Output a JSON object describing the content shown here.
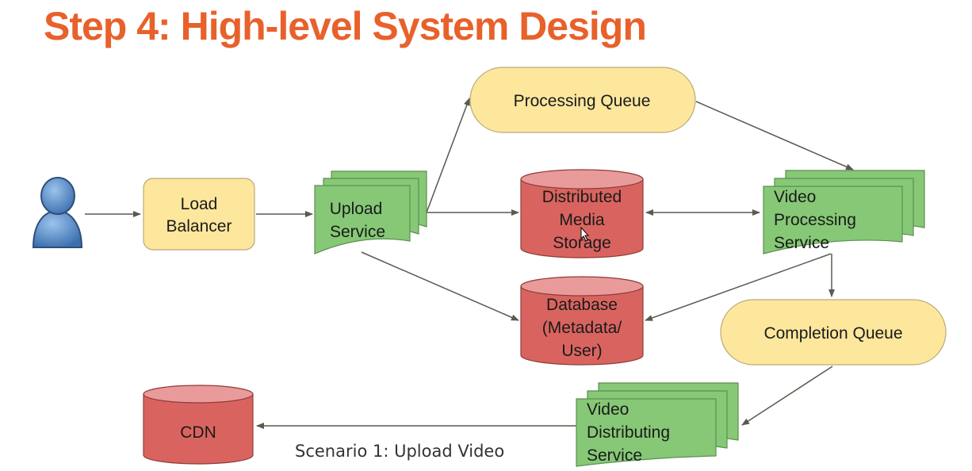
{
  "title": "Step 4: High-level System Design",
  "caption": "Scenario 1: Upload Video",
  "nodes": {
    "load_balancer": [
      "Load",
      "Balancer"
    ],
    "upload_service": [
      "Upload",
      "Service"
    ],
    "processing_queue": [
      "Processing Queue"
    ],
    "distributed_media_storage": [
      "Distributed",
      "Media",
      "Storage"
    ],
    "video_processing_service": [
      "Video",
      "Processing",
      "Service"
    ],
    "database": [
      "Database",
      "(Metadata/",
      "User)"
    ],
    "completion_queue": [
      "Completion Queue"
    ],
    "video_distributing_service": [
      "Video",
      "Distributing",
      "Service"
    ],
    "cdn": [
      "CDN"
    ]
  },
  "colors": {
    "title": "#e8612b",
    "queue_fill": "#fde79d",
    "service_fill": "#86c876",
    "storage_fill": "#d9645f",
    "storage_top": "#e99a9a",
    "user_fill": "#4f86c6",
    "arrow": "#5a5a4e"
  },
  "icons": [
    "user-icon"
  ]
}
